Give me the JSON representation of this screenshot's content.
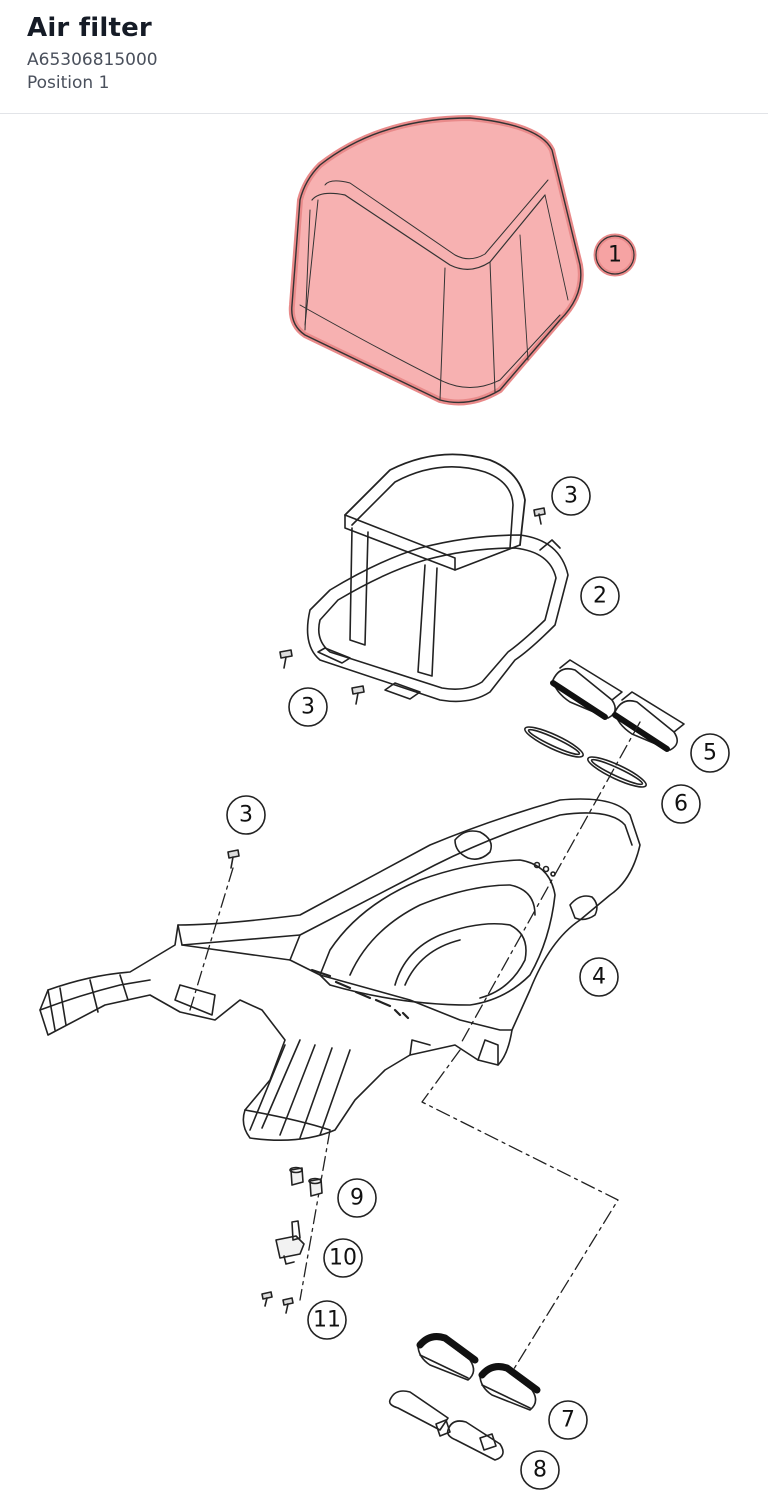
{
  "header": {
    "title": "Air filter",
    "part_number": "A65306815000",
    "position": "Position 1"
  },
  "diagram": {
    "highlight_color": "#f4a0a0",
    "callouts": [
      {
        "id": "c1",
        "label": "1"
      },
      {
        "id": "c3a",
        "label": "3"
      },
      {
        "id": "c2",
        "label": "2"
      },
      {
        "id": "c3b",
        "label": "3"
      },
      {
        "id": "c5",
        "label": "5"
      },
      {
        "id": "c6",
        "label": "6"
      },
      {
        "id": "c3c",
        "label": "3"
      },
      {
        "id": "c4",
        "label": "4"
      },
      {
        "id": "c9",
        "label": "9"
      },
      {
        "id": "c10",
        "label": "10"
      },
      {
        "id": "c11",
        "label": "11"
      },
      {
        "id": "c7",
        "label": "7"
      },
      {
        "id": "c8",
        "label": "8"
      }
    ]
  }
}
